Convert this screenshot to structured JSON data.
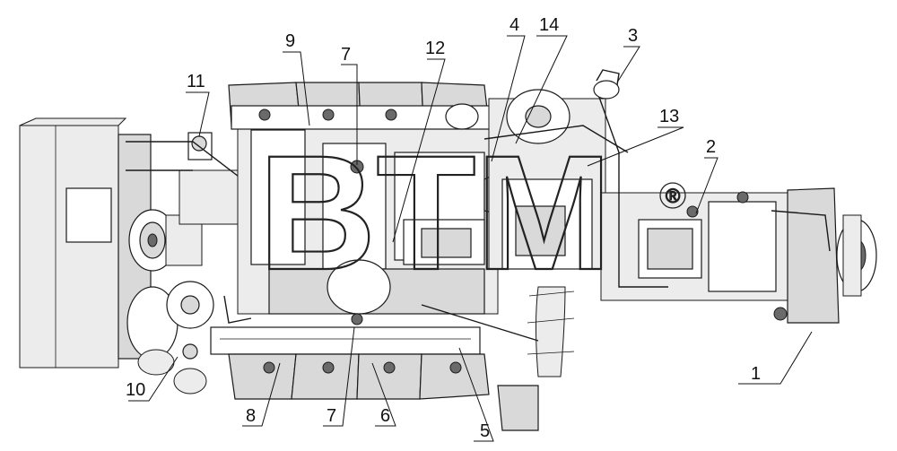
{
  "watermark": {
    "text": "BTM",
    "registered": "®"
  },
  "callouts": [
    {
      "id": "c1",
      "label": "1"
    },
    {
      "id": "c2",
      "label": "2"
    },
    {
      "id": "c3",
      "label": "3"
    },
    {
      "id": "c4",
      "label": "4"
    },
    {
      "id": "c5",
      "label": "5"
    },
    {
      "id": "c6",
      "label": "6"
    },
    {
      "id": "c7a",
      "label": "7"
    },
    {
      "id": "c7b",
      "label": "7"
    },
    {
      "id": "c8",
      "label": "8"
    },
    {
      "id": "c9",
      "label": "9"
    },
    {
      "id": "c10",
      "label": "10"
    },
    {
      "id": "c11",
      "label": "11"
    },
    {
      "id": "c12",
      "label": "12"
    },
    {
      "id": "c13",
      "label": "13"
    },
    {
      "id": "c14",
      "label": "14"
    }
  ]
}
